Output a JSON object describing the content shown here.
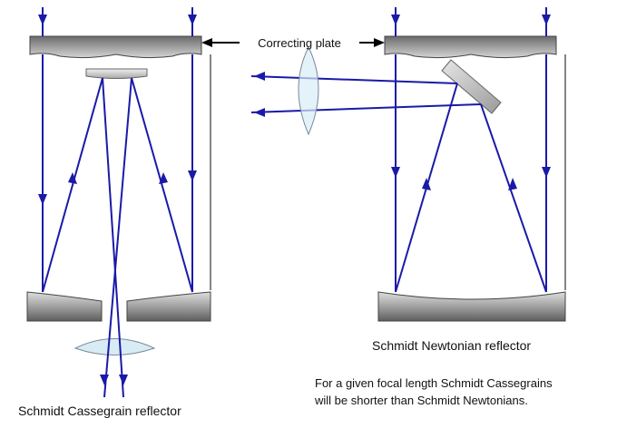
{
  "labels": {
    "correcting_plate": "Correcting plate",
    "cassegrain_title": "Schmidt Cassegrain reflector",
    "newtonian_title": "Schmidt Newtonian reflector",
    "note_line1": "For a given focal length Schmidt Cassegrains",
    "note_line2": "will be shorter than Schmidt Newtonians."
  },
  "colors": {
    "ray": "#1a1aa8",
    "tube": "#333333",
    "glass_fill": "#d8ecf6",
    "glass_stroke": "#7a8a99",
    "mirror_dark": "#6b6b6b",
    "mirror_light": "#dedede",
    "label_text": "#111111"
  }
}
